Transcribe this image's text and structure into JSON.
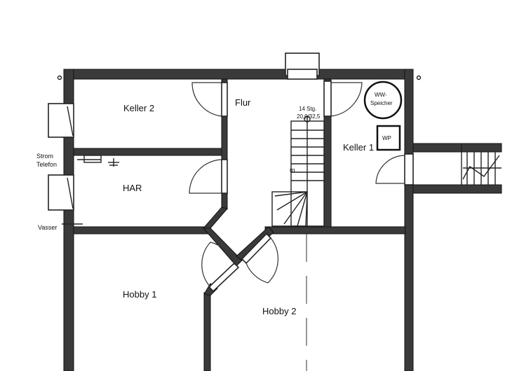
{
  "rooms": {
    "keller2": "Keller 2",
    "flur": "Flur",
    "keller1": "Keller 1",
    "har": "HAR",
    "hobby1": "Hobby 1",
    "hobby2": "Hobby 2"
  },
  "labels": {
    "strom": "Strom",
    "telefon": "Telefon",
    "wasser": "Vasser",
    "stair_note_1": "14 Stg.",
    "stair_note_2": "20,0/32,5",
    "stair_marker": "m",
    "ww_speicher_1": "WW-",
    "ww_speicher_2": "Speicher",
    "wp": "WP"
  },
  "colors": {
    "wall": "#3a3a3a",
    "background": "#ffffff"
  }
}
